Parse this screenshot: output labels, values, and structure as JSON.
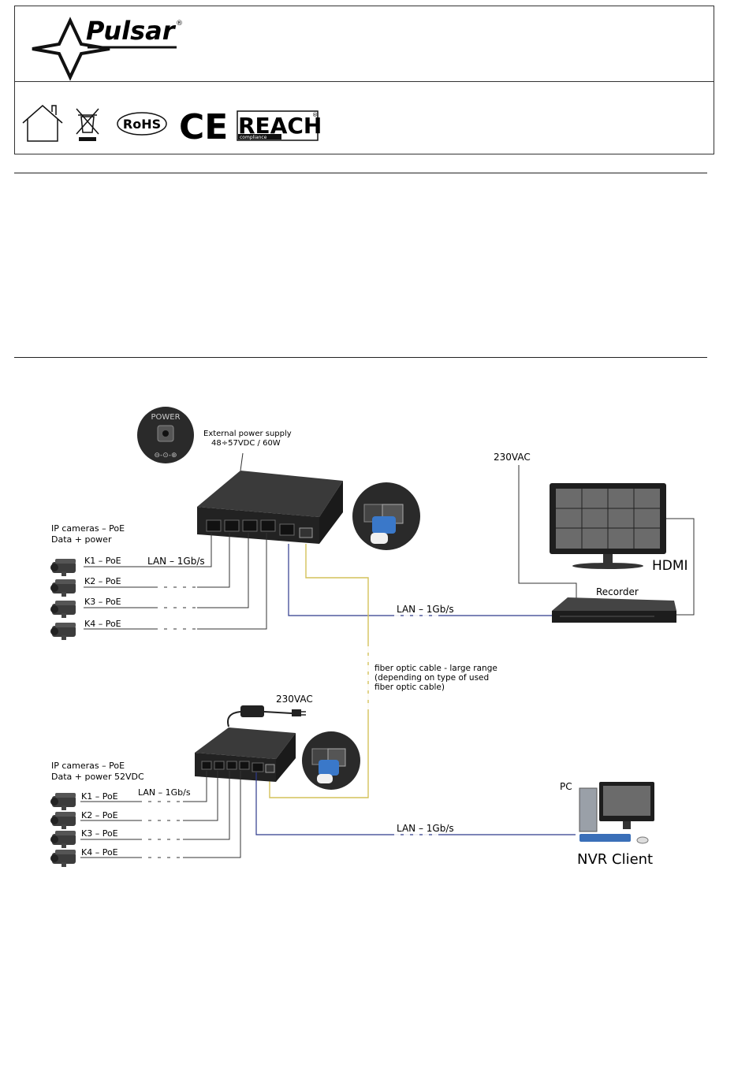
{
  "brand": {
    "name": "Pulsar",
    "registered": "®"
  },
  "certifications": {
    "rohs": "RoHS",
    "ce": "CE",
    "reach": "REACH",
    "reach_sub": "compliance",
    "reach_reg": "®"
  },
  "top_system": {
    "power_label": "POWER",
    "psu_line1": "External power supply",
    "psu_line2": "48÷57VDC / 60W",
    "cameras_line1": "IP cameras – PoE",
    "cameras_line2": "Data + power",
    "lan_label": "LAN – 1Gb/s",
    "cameras": [
      "K1 – PoE",
      "K2 – PoE",
      "K3 – PoE",
      "K4 – PoE"
    ],
    "vac": "230VAC",
    "hdmi": "HDMI",
    "recorder": "Recorder",
    "uplink_label": "LAN – 1Gb/s"
  },
  "fiber": {
    "line1": "fiber optic cable - large range",
    "line2": "(depending on type of used",
    "line3": "fiber optic cable)"
  },
  "bottom_system": {
    "vac": "230VAC",
    "cameras_line1": "IP cameras – PoE",
    "cameras_line2": "Data + power 52VDC",
    "lan_label": "LAN – 1Gb/s",
    "cameras": [
      "K1 – PoE",
      "K2 – PoE",
      "K3 – PoE",
      "K4 – PoE"
    ],
    "uplink_label": "LAN – 1Gb/s",
    "pc": "PC",
    "nvr_client": "NVR Client"
  },
  "colors": {
    "lan_line": "#2e3a8c",
    "fiber_line": "#d4c25a",
    "device": "#2b2b2b",
    "rj45_blue": "#3a78c9"
  }
}
